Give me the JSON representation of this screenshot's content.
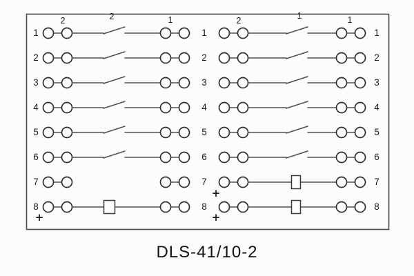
{
  "diagram": {
    "caption": "DLS-41/10-2",
    "plus_mark": "+",
    "ink_color": "#2e2e2e",
    "top_labels": {
      "left_block_terminal": "2",
      "left_block_switch": "2",
      "left_block_contact": "1",
      "right_block_terminal": "2",
      "right_block_switch": "1",
      "right_block_contact": "1"
    },
    "rows": [
      {
        "left": "1",
        "mid": "1",
        "right": "1"
      },
      {
        "left": "2",
        "mid": "2",
        "right": "2"
      },
      {
        "left": "3",
        "mid": "3",
        "right": "3"
      },
      {
        "left": "4",
        "mid": "4",
        "right": "4"
      },
      {
        "left": "5",
        "mid": "5",
        "right": "5"
      },
      {
        "left": "6",
        "mid": "6",
        "right": "6"
      },
      {
        "left": "7",
        "mid": "7",
        "right": "7"
      },
      {
        "left": "8",
        "mid": "8",
        "right": "8"
      }
    ]
  }
}
